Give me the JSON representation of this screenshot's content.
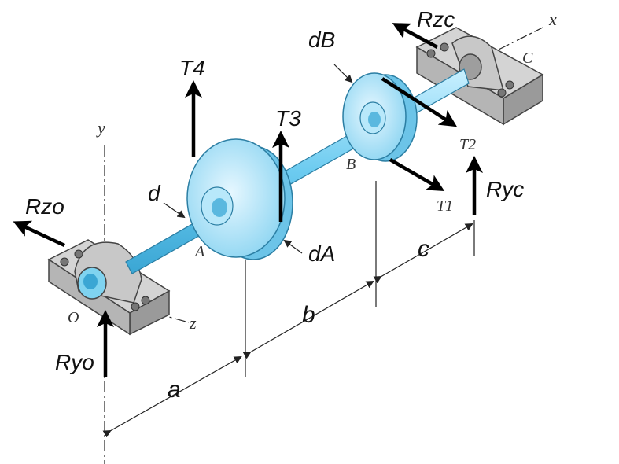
{
  "labels": {
    "T4": "T4",
    "T3": "T3",
    "T2": "T2",
    "T1": "T1",
    "dB": "dB",
    "dA": "dA",
    "d": "d",
    "Rzc": "Rzc",
    "Rzo": "Rzo",
    "Ryo": "Ryo",
    "Ryc": "Ryc",
    "a": "a",
    "b": "b",
    "c": "c",
    "A": "A",
    "B": "B",
    "C": "C",
    "O": "O",
    "x": "x",
    "y": "y",
    "z": "z"
  },
  "colors": {
    "shaft": "#7fd3f0",
    "pulley": "#a9e2f6",
    "pulley_edge": "#5fb8dc",
    "bearing": "#c8c8c8",
    "bearing_dark": "#8d8d8d",
    "force_arrow": "#000000"
  }
}
